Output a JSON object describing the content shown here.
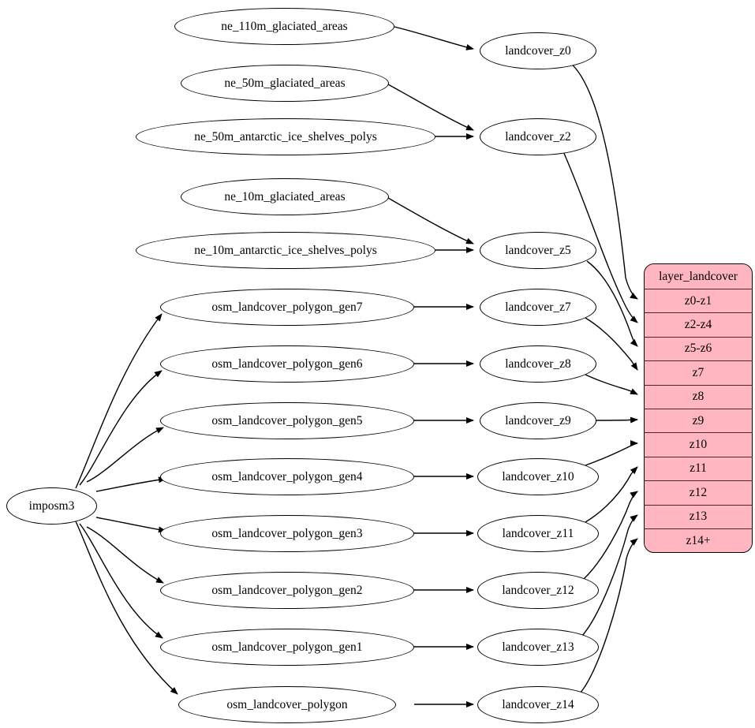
{
  "diagram": {
    "type": "graphviz-dag",
    "title": "landcover layer data flow",
    "background": "#ffffff",
    "table_fill": "#ffb6c1",
    "table_border": "#000000",
    "row_separator": "#52262c",
    "edge_color": "#000000",
    "node_fill": "#ffffff"
  },
  "root": {
    "label": "imposm3"
  },
  "ne_sources": [
    {
      "label": "ne_110m_glaciated_areas"
    },
    {
      "label": "ne_50m_glaciated_areas"
    },
    {
      "label": "ne_50m_antarctic_ice_shelves_polys"
    },
    {
      "label": "ne_10m_glaciated_areas"
    },
    {
      "label": "ne_10m_antarctic_ice_shelves_polys"
    }
  ],
  "osm_sources": [
    {
      "label": "osm_landcover_polygon_gen7"
    },
    {
      "label": "osm_landcover_polygon_gen6"
    },
    {
      "label": "osm_landcover_polygon_gen5"
    },
    {
      "label": "osm_landcover_polygon_gen4"
    },
    {
      "label": "osm_landcover_polygon_gen3"
    },
    {
      "label": "osm_landcover_polygon_gen2"
    },
    {
      "label": "osm_landcover_polygon_gen1"
    },
    {
      "label": "osm_landcover_polygon"
    }
  ],
  "landcover_nodes": [
    {
      "label": "landcover_z0"
    },
    {
      "label": "landcover_z2"
    },
    {
      "label": "landcover_z5"
    },
    {
      "label": "landcover_z7"
    },
    {
      "label": "landcover_z8"
    },
    {
      "label": "landcover_z9"
    },
    {
      "label": "landcover_z10"
    },
    {
      "label": "landcover_z11"
    },
    {
      "label": "landcover_z12"
    },
    {
      "label": "landcover_z13"
    },
    {
      "label": "landcover_z14"
    }
  ],
  "layer_table": {
    "header": "layer_landcover",
    "rows": [
      {
        "label": "z0-z1"
      },
      {
        "label": "z2-z4"
      },
      {
        "label": "z5-z6"
      },
      {
        "label": "z7"
      },
      {
        "label": "z8"
      },
      {
        "label": "z9"
      },
      {
        "label": "z10"
      },
      {
        "label": "z11"
      },
      {
        "label": "z12"
      },
      {
        "label": "z13"
      },
      {
        "label": "z14+"
      }
    ]
  }
}
